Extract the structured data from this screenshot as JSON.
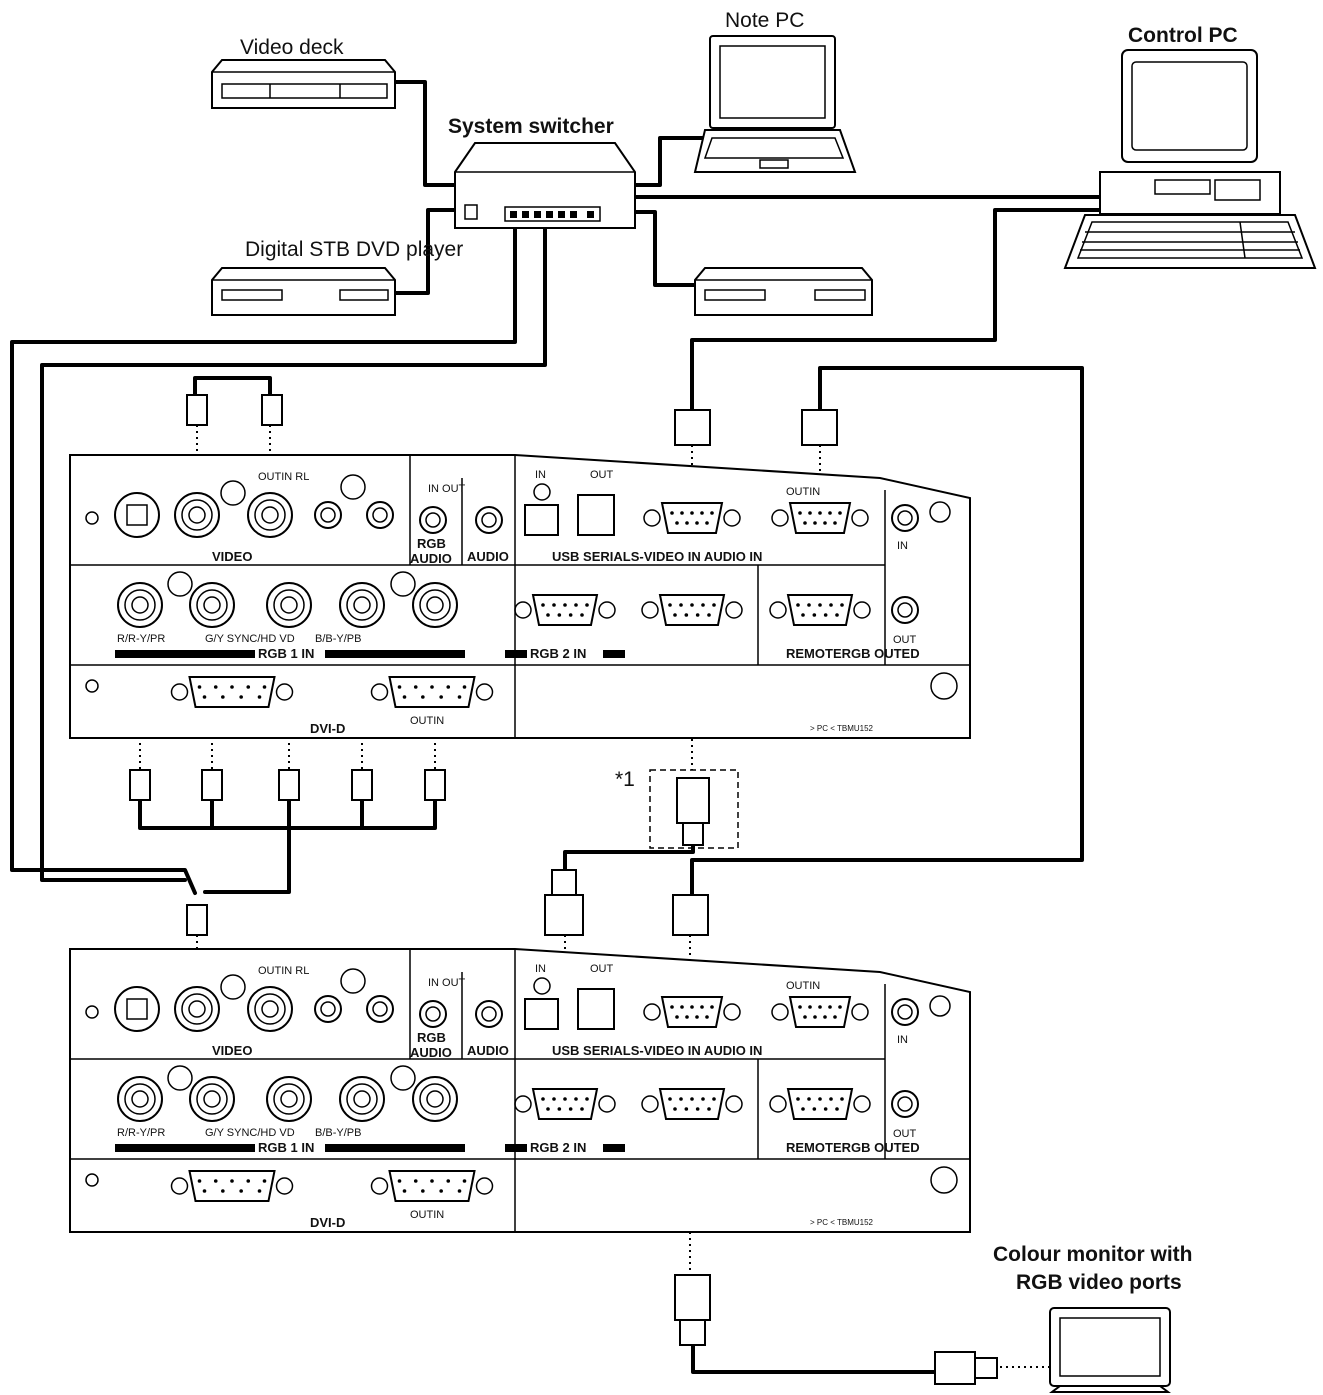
{
  "devices": {
    "video_deck": "Video deck",
    "note_pc": "Note PC",
    "system_switcher": "System switcher",
    "control_pc": "Control PC",
    "digital_stb": "Digital STB DVD player",
    "colour_monitor_line1": "Colour monitor with",
    "colour_monitor_line2": "RGB video ports"
  },
  "annotation": {
    "star1": "*1"
  },
  "panel": {
    "video": "VIDEO",
    "rgb_audio_1": "RGB",
    "rgb_audio_2": "AUDIO",
    "audio": "AUDIO",
    "usb_serial": "USB SERIALS-VIDEO IN AUDIO IN",
    "in_out_rl": "OUTIN RL",
    "in_out": "IN OUT",
    "usb_in": "IN",
    "usb_out": "OUT",
    "serial_outin": "OUTIN",
    "audio_in": "IN",
    "audio_out": "OUT",
    "r_pr": "R/R-Y/PR",
    "g_sync": "G/Y SYNC/HD VD",
    "b_pb": "B/B-Y/PB",
    "rgb1": "RGB 1 IN",
    "rgb2": "RGB 2 IN",
    "remote": "REMOTERGB OUTED",
    "dvi": "DVI-D",
    "dvi_outin": "OUTIN",
    "model": "> PC < TBMU152"
  }
}
